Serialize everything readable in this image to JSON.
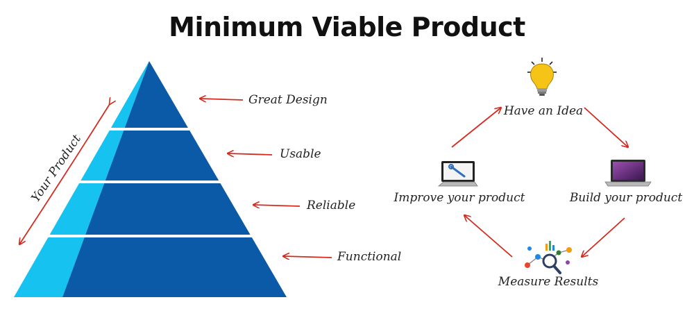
{
  "title": "Minimum Viable Product",
  "pyramid": {
    "side_label": "Your Product",
    "levels": [
      {
        "label": "Great Design"
      },
      {
        "label": "Usable"
      },
      {
        "label": "Reliable"
      },
      {
        "label": "Functional"
      }
    ]
  },
  "cycle": {
    "steps": [
      {
        "label": "Have an Idea",
        "icon": "lightbulb-icon"
      },
      {
        "label": "Build your product",
        "icon": "laptop-icon"
      },
      {
        "label": "Measure Results",
        "icon": "analytics-icon"
      },
      {
        "label": "Improve your product",
        "icon": "laptop-wrench-icon"
      }
    ]
  },
  "colors": {
    "pyramid_dark": "#0A5AA8",
    "pyramid_light": "#16C3F0",
    "arrow": "#D42A1E",
    "bulb": "#F6C417"
  }
}
